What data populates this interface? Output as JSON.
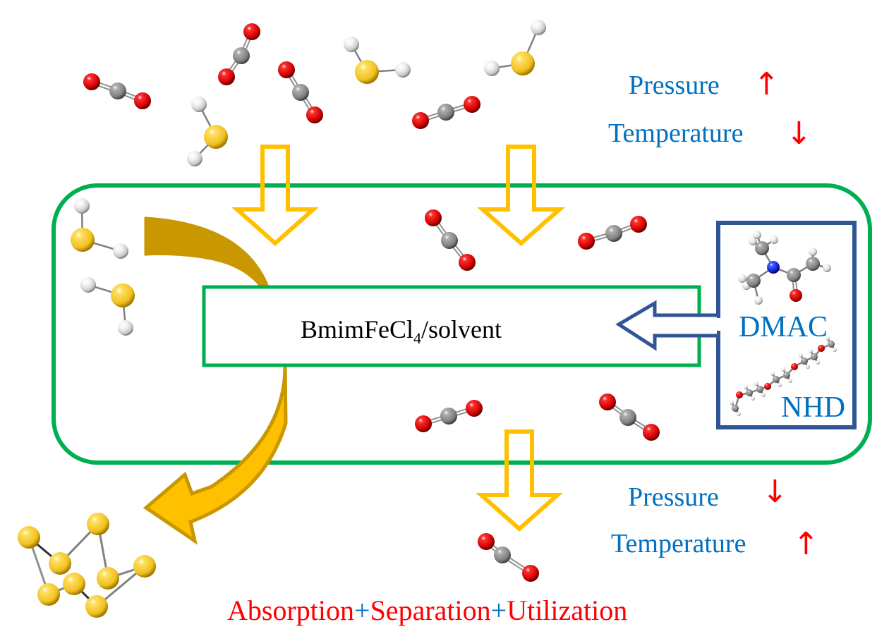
{
  "diagram": {
    "title": "BmimFeCl4/solvent H2S and CO2 absorption, separation and utilization scheme",
    "colors": {
      "container_border": "#00B050",
      "solvent_box_border": "#2F5597",
      "flow_arrow": "#FFC000",
      "recycle_arrow_dark": "#C99700",
      "recycle_arrow_light": "#FFC000",
      "text_blue": "#0070C0",
      "text_red": "#FF0000",
      "oxygen": "#E00000",
      "carbon": "#808080",
      "sulfur": "#F5C518",
      "hydrogen": "#EEEEEE",
      "nitrogen": "#1020E0"
    },
    "absorption_conditions": {
      "pressure_label": "Pressure",
      "pressure_arrow": "↑",
      "temperature_label": "Temperature",
      "temperature_arrow": "↓"
    },
    "desorption_conditions": {
      "pressure_label": "Pressure",
      "pressure_arrow": "↓",
      "temperature_label": "Temperature",
      "temperature_arrow": "↑"
    },
    "core": {
      "label_main": "BmimFeCl",
      "label_sub": "4",
      "label_tail": "/solvent"
    },
    "solvents": [
      {
        "name": "DMAC",
        "molecule": "dimethylacetamide"
      },
      {
        "name": "NHD",
        "molecule": "polyethylene glycol dimethyl ether"
      }
    ],
    "footer": {
      "part1": "Absorption",
      "sep1": "+",
      "part2": "Separation",
      "sep2": "+",
      "part3": "Utilization"
    },
    "molecules": {
      "feed_gas": [
        "CO2",
        "CO2",
        "CO2",
        "H2S",
        "H2S",
        "CO2",
        "H2S"
      ],
      "absorbed": [
        "H2S",
        "H2S",
        "CO2",
        "CO2",
        "CO2",
        "CO2"
      ],
      "released": [
        "CO2"
      ],
      "product": "S8"
    }
  }
}
